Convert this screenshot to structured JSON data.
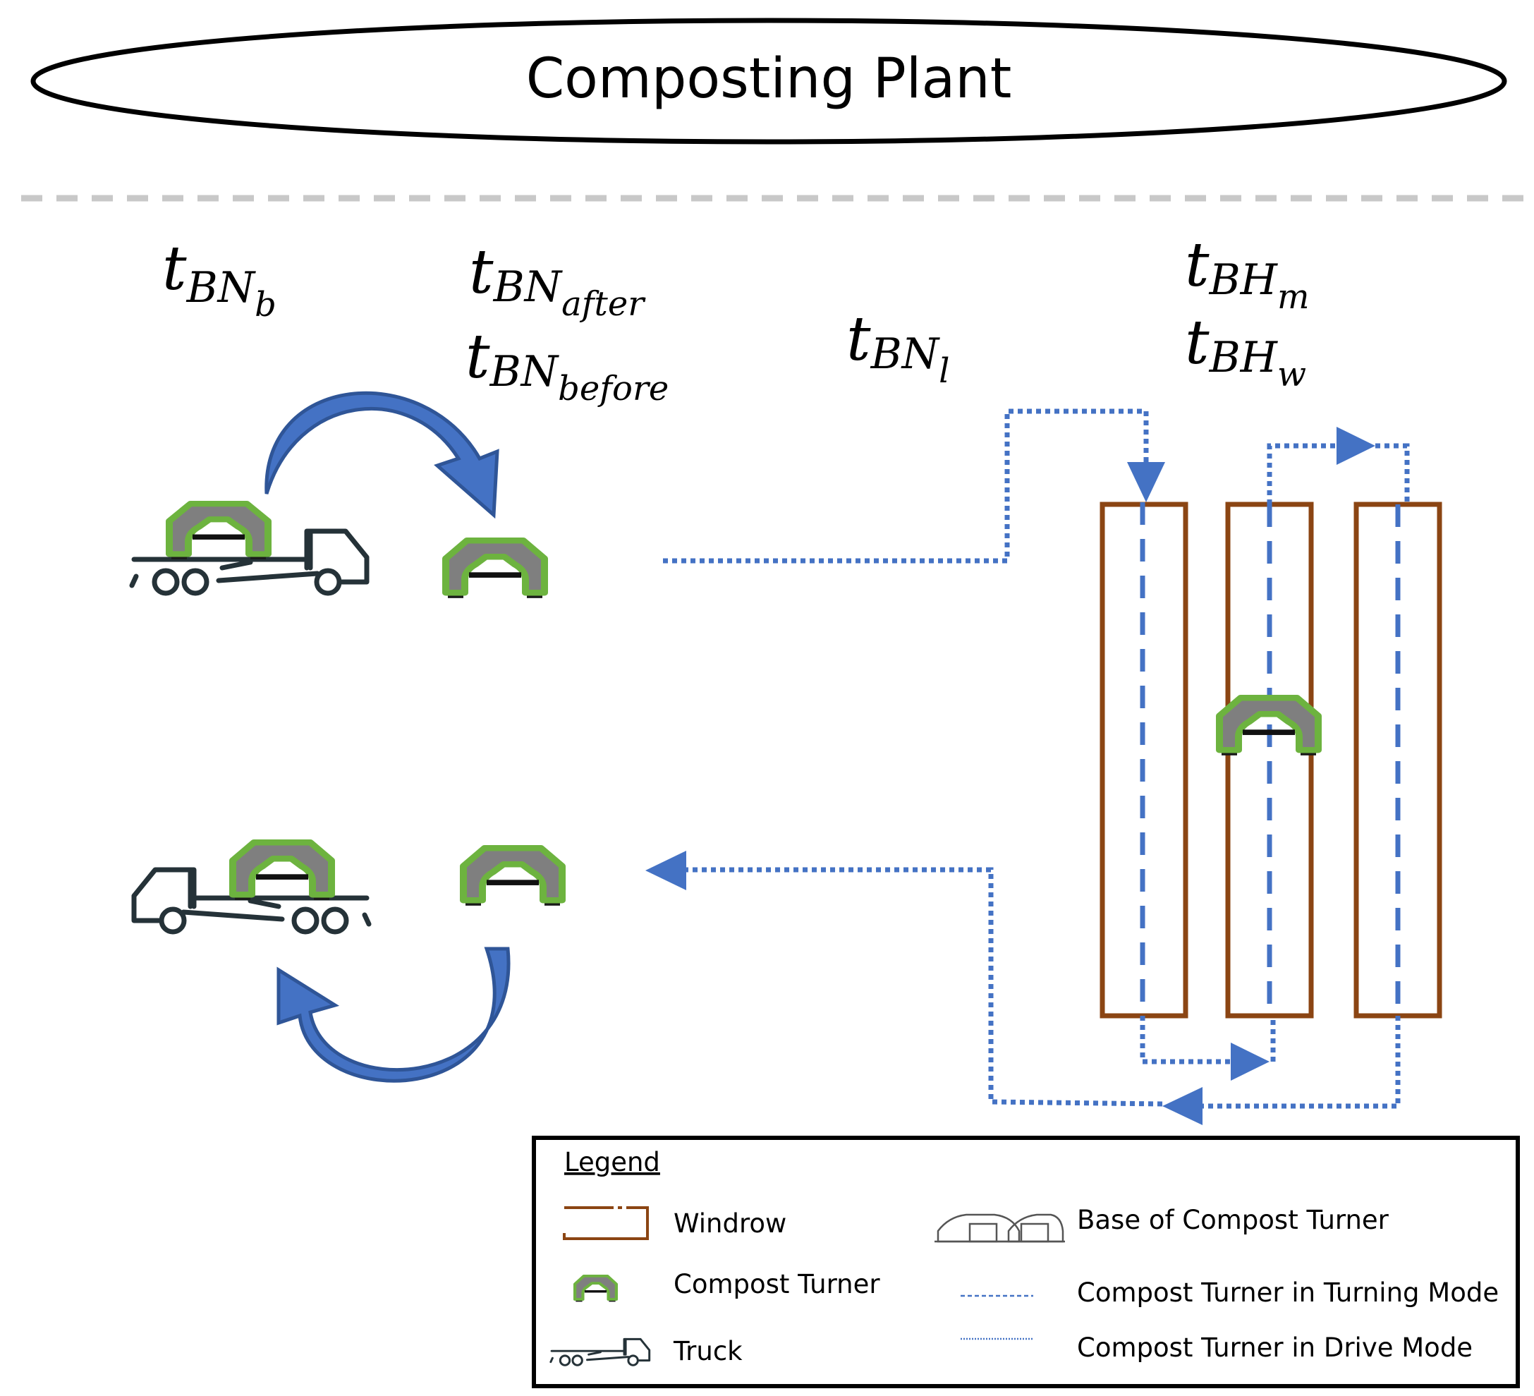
{
  "title": "Composting Plant",
  "labels": {
    "t_bn_b": {
      "base": "t",
      "sub": "BN",
      "subsub": "b"
    },
    "t_bn_after": {
      "base": "t",
      "sub": "BN",
      "subsub": "after"
    },
    "t_bn_before": {
      "base": "t",
      "sub": "BN",
      "subsub": "before"
    },
    "t_bn_l": {
      "base": "t",
      "sub": "BN",
      "subsub": "l"
    },
    "t_bh_m": {
      "base": "t",
      "sub": "BH",
      "subsub": "m"
    },
    "t_bh_w": {
      "base": "t",
      "sub": "BH",
      "subsub": "w"
    }
  },
  "legend": {
    "heading": "Legend",
    "windrow": "Windrow",
    "compost_turner": "Compost Turner",
    "truck": "Truck",
    "base_of_compost_turner": "Base of Compost Turner",
    "turning_mode": "Compost Turner in Turning Mode",
    "drive_mode": "Compost Turner in Drive Mode"
  },
  "colors": {
    "windrow": "#8B4513",
    "turner_outline": "#6DB33F",
    "turner_body": "#7F7F7F",
    "path": "#4472C4",
    "curved_arrow": "#4472C4",
    "truck": "#253238"
  },
  "icons": {
    "turner": "compost-turner-icon",
    "truck": "truck-icon",
    "base": "turner-base-icon"
  }
}
